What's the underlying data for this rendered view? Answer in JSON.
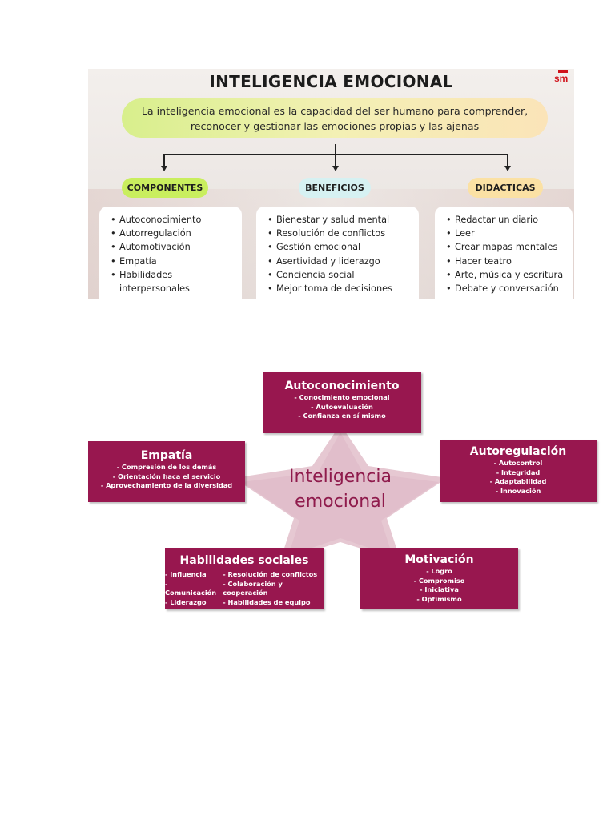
{
  "infographic": {
    "title": "INTELIGENCIA EMOCIONAL",
    "brand": "sm",
    "definition": "La inteligencia emocional es la capacidad del ser humano para comprender, reconocer y gestionar las emociones propias y las ajenas",
    "columns": [
      {
        "label": "COMPONENTES",
        "color": "#c9ee5e",
        "items": [
          "Autoconocimiento",
          "Autorregulación",
          "Automotivación",
          "Empatía",
          "Habilidades interpersonales"
        ]
      },
      {
        "label": "BENEFICIOS",
        "color": "#d6f1f2",
        "items": [
          "Bienestar y salud mental",
          "Resolución de conflictos",
          "Gestión emocional",
          "Asertividad y liderazgo",
          "Conciencia social",
          "Mejor toma de decisiones"
        ]
      },
      {
        "label": "DIDÁCTICAS",
        "color": "#fbe1a4",
        "items": [
          "Redactar un diario",
          "Leer",
          "Crear mapas mentales",
          "Hacer teatro",
          "Arte, música y escritura",
          "Debate y conversación"
        ]
      }
    ]
  },
  "diagram": {
    "center": [
      "Inteligencia",
      "emocional"
    ],
    "box_color": "#98174f",
    "star_color": "#e6c8d2",
    "center_color": "#8f1b4c",
    "nodes": {
      "autoconocimiento": {
        "title": "Autoconocimiento",
        "items": [
          "- Conocimiento emocional",
          "- Autoevaluación",
          "- Confianza en sí mismo"
        ]
      },
      "autorregulacion": {
        "title": "Autoregulación",
        "items": [
          "- Autocontrol",
          "- Integridad",
          "- Adaptabilidad",
          "- Innovación"
        ]
      },
      "motivacion": {
        "title": "Motivación",
        "items": [
          "- Logro",
          "- Compromiso",
          "- Iniciativa",
          "- Optimismo"
        ]
      },
      "habilidades": {
        "title": "Habilidades sociales",
        "items_left": [
          "- Influencia",
          "- Comunicación",
          "- Liderazgo"
        ],
        "items_right": [
          "- Resolución de conflictos",
          "- Colaboración y cooperación",
          "- Habilidades de equipo"
        ]
      },
      "empatia": {
        "title": "Empatía",
        "items": [
          "- Compresión de los demás",
          "- Orientación haca el servicio",
          "- Aprovechamiento de la diversidad"
        ]
      }
    }
  }
}
